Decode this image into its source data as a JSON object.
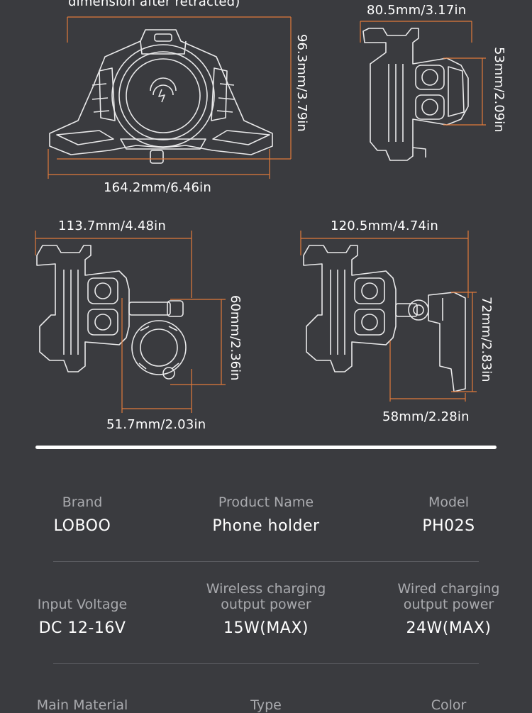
{
  "header_caption": "dimension after retracted)",
  "dimensions": {
    "top_view_height": "96.3mm/3.79in",
    "top_view_width": "164.2mm/6.46in",
    "side_view_width": "80.5mm/3.17in",
    "side_view_height": "53mm/2.09in",
    "clamp_view_width": "113.7mm/4.48in",
    "clamp_view_height": "60mm/2.36in",
    "clamp_view_mount_width": "51.7mm/2.03in",
    "arm_view_width": "120.5mm/4.74in",
    "arm_view_height": "72mm/2.83in",
    "arm_view_mount_width": "58mm/2.28in"
  },
  "specs": {
    "row1": [
      {
        "label": "Brand",
        "value": "LOBOO"
      },
      {
        "label": "Product Name",
        "value": "Phone holder"
      },
      {
        "label": "Model",
        "value": "PH02S"
      }
    ],
    "row2": [
      {
        "label": "Input Voltage",
        "value": "DC 12-16V"
      },
      {
        "label": "Wireless charging output power",
        "value": "15W(MAX)"
      },
      {
        "label": "Wired charging output power",
        "value": "24W(MAX)"
      }
    ],
    "row3": [
      {
        "label": "Main Material"
      },
      {
        "label": "Type"
      },
      {
        "label": "Color"
      }
    ]
  },
  "colors": {
    "background": "#3a3b3f",
    "dimension_line": "#e07a3a",
    "label": "#a9aaae",
    "value": "#ffffff"
  }
}
